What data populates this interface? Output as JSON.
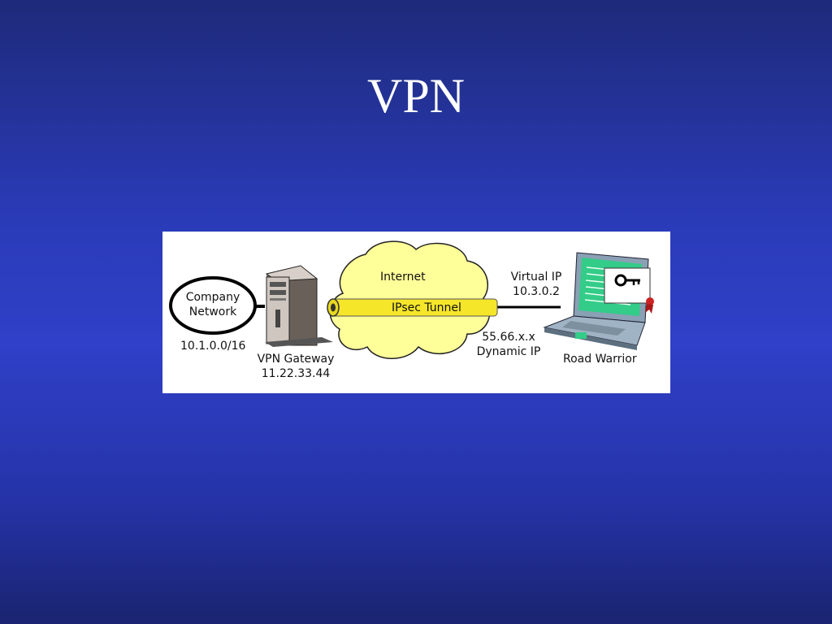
{
  "slide": {
    "title": "VPN"
  },
  "diagram": {
    "company_network": {
      "line1": "Company",
      "line2": "Network",
      "subnet": "10.1.0.0/16"
    },
    "gateway": {
      "name": "VPN Gateway",
      "ip": "11.22.33.44"
    },
    "internet": {
      "label": "Internet"
    },
    "tunnel": {
      "label": "IPsec Tunnel"
    },
    "virtual_ip": {
      "line1": "Virtual IP",
      "line2": "10.3.0.2"
    },
    "dynamic_ip": {
      "line1": "55.66.x.x",
      "line2": "Dynamic IP"
    },
    "road_warrior": {
      "label": "Road Warrior"
    },
    "colors": {
      "tunnel": "#f5e62a",
      "cloud": "#ffff99",
      "screen": "#33cc88",
      "laptop": "#8aa0b4"
    }
  }
}
